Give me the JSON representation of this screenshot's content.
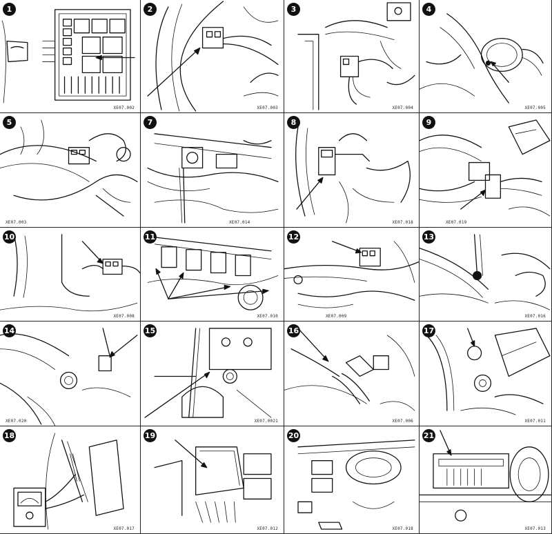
{
  "panels": [
    {
      "number": "1",
      "code": "XE07.002"
    },
    {
      "number": "2",
      "code": "XE07.003"
    },
    {
      "number": "3",
      "code": "XE07.004"
    },
    {
      "number": "4",
      "code": "XE07.005"
    },
    {
      "number": "5",
      "code": "XE07.003"
    },
    {
      "number": "7",
      "code": "XE07.014"
    },
    {
      "number": "8",
      "code": "XE07.018"
    },
    {
      "number": "9",
      "code": "XE07.019"
    },
    {
      "number": "10",
      "code": "XE07.008"
    },
    {
      "number": "11",
      "code": "XE07.010"
    },
    {
      "number": "12",
      "code": "XE07.009"
    },
    {
      "number": "13",
      "code": "XE07.016"
    },
    {
      "number": "14",
      "code": "XE07.020"
    },
    {
      "number": "15",
      "code": "XE07.0021"
    },
    {
      "number": "16",
      "code": "XE07.006"
    },
    {
      "number": "17",
      "code": "XE07.011"
    },
    {
      "number": "18",
      "code": "XE07.017"
    },
    {
      "number": "19",
      "code": "XE07.012"
    },
    {
      "number": "20",
      "code": "XE07.018"
    },
    {
      "number": "21",
      "code": "XE07.013"
    }
  ]
}
